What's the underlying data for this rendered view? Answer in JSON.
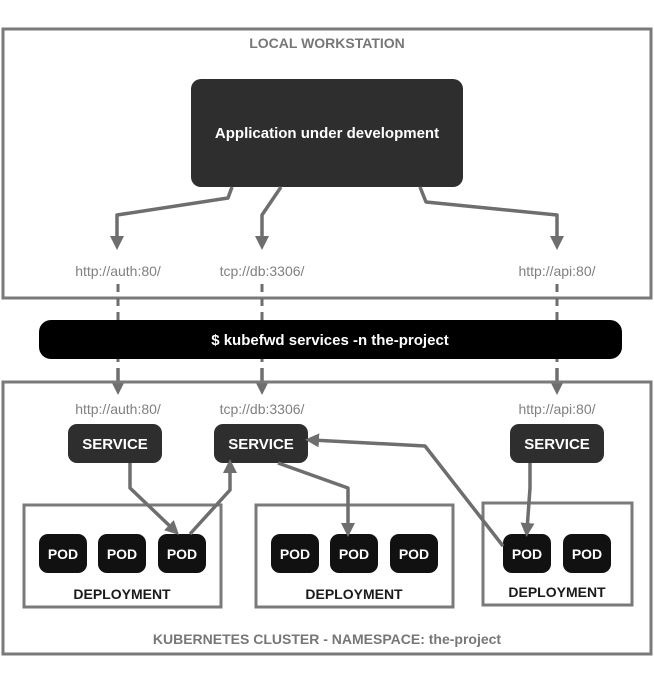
{
  "workstation": {
    "label": "LOCAL WORKSTATION"
  },
  "app": {
    "label": "Application under development"
  },
  "command": {
    "prompt": "$",
    "text": "kubefwd services -n the-project"
  },
  "endpoints": {
    "auth": "http://auth:80/",
    "db": "tcp://db:3306/",
    "api": "http://api:80/"
  },
  "cluster": {
    "label": "KUBERNETES CLUSTER - NAMESPACE: the-project",
    "service_label": "SERVICE",
    "pod_label": "POD",
    "deployment_label": "DEPLOYMENT"
  },
  "colors": {
    "frame": "#7a7a7a",
    "node": "#2e2e2e",
    "pod": "#111111",
    "command_bar": "#000000"
  }
}
